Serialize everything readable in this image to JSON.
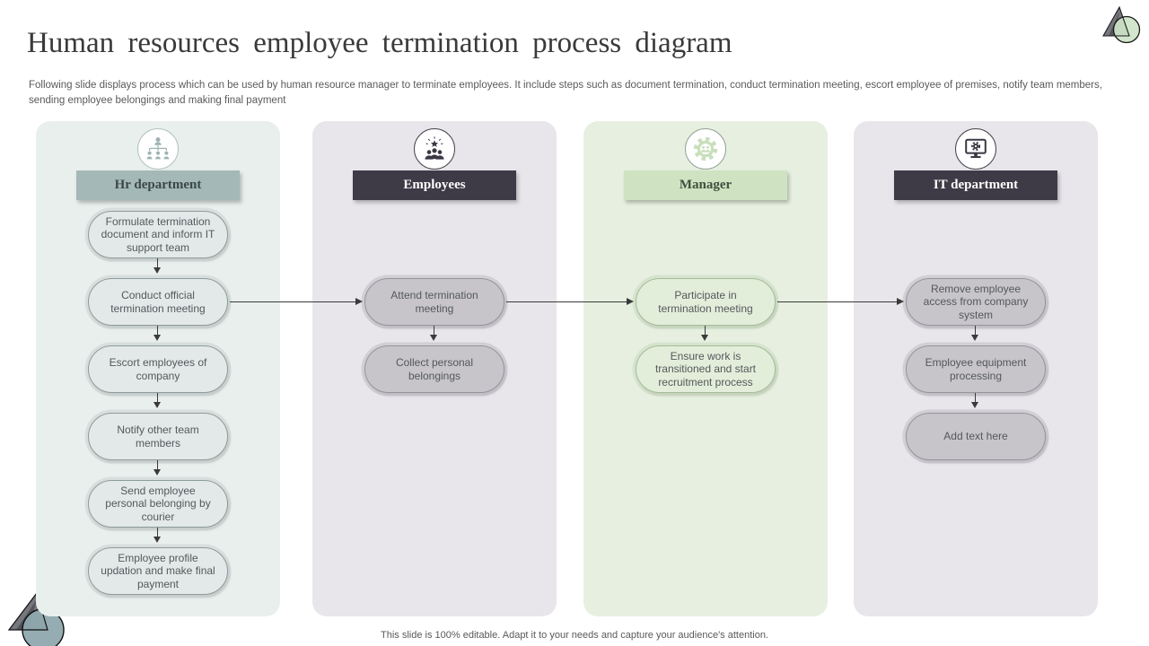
{
  "title": "Human resources employee termination process diagram",
  "subtitle": "Following slide displays process which can be used by human resource manager to terminate employees. It include steps such as document termination, conduct termination meeting, escort employee of premises, notify team members, sending employee belongings and making final payment",
  "footer": "This slide is 100% editable. Adapt it to your needs and capture your audience's attention.",
  "colors": {
    "hr_accent": "#a4b9b7",
    "dark_accent": "#3e3a46",
    "manager_accent": "#cfe3c2",
    "hr_column_bg": "#e9efed",
    "neutral_column_bg": "#e8e6ea",
    "manager_column_bg": "#e7f0e0",
    "hr_pill": "#e3e9e8",
    "gray_pill": "#c7c5c9",
    "green_pill": "#e2eeda",
    "arrow": "#3a3a3a"
  },
  "columns": [
    {
      "label": "Hr department",
      "icon": "org-chart-icon",
      "steps": [
        "Formulate termination document and inform IT support team",
        "Conduct official termination meeting",
        "Escort employees of company",
        "Notify other team members",
        "Send employee personal belonging by courier",
        "Employee profile updation and make final payment"
      ]
    },
    {
      "label": "Employees",
      "icon": "team-star-icon",
      "steps": [
        "Attend termination meeting",
        "Collect personal belongings"
      ]
    },
    {
      "label": "Manager",
      "icon": "gear-people-icon",
      "steps": [
        "Participate in termination meeting",
        "Ensure work is transitioned and start recruitment process"
      ]
    },
    {
      "label": "IT department",
      "icon": "monitor-gear-icon",
      "steps": [
        "Remove employee access from company system",
        "Employee equipment processing",
        "Add text here"
      ]
    }
  ]
}
